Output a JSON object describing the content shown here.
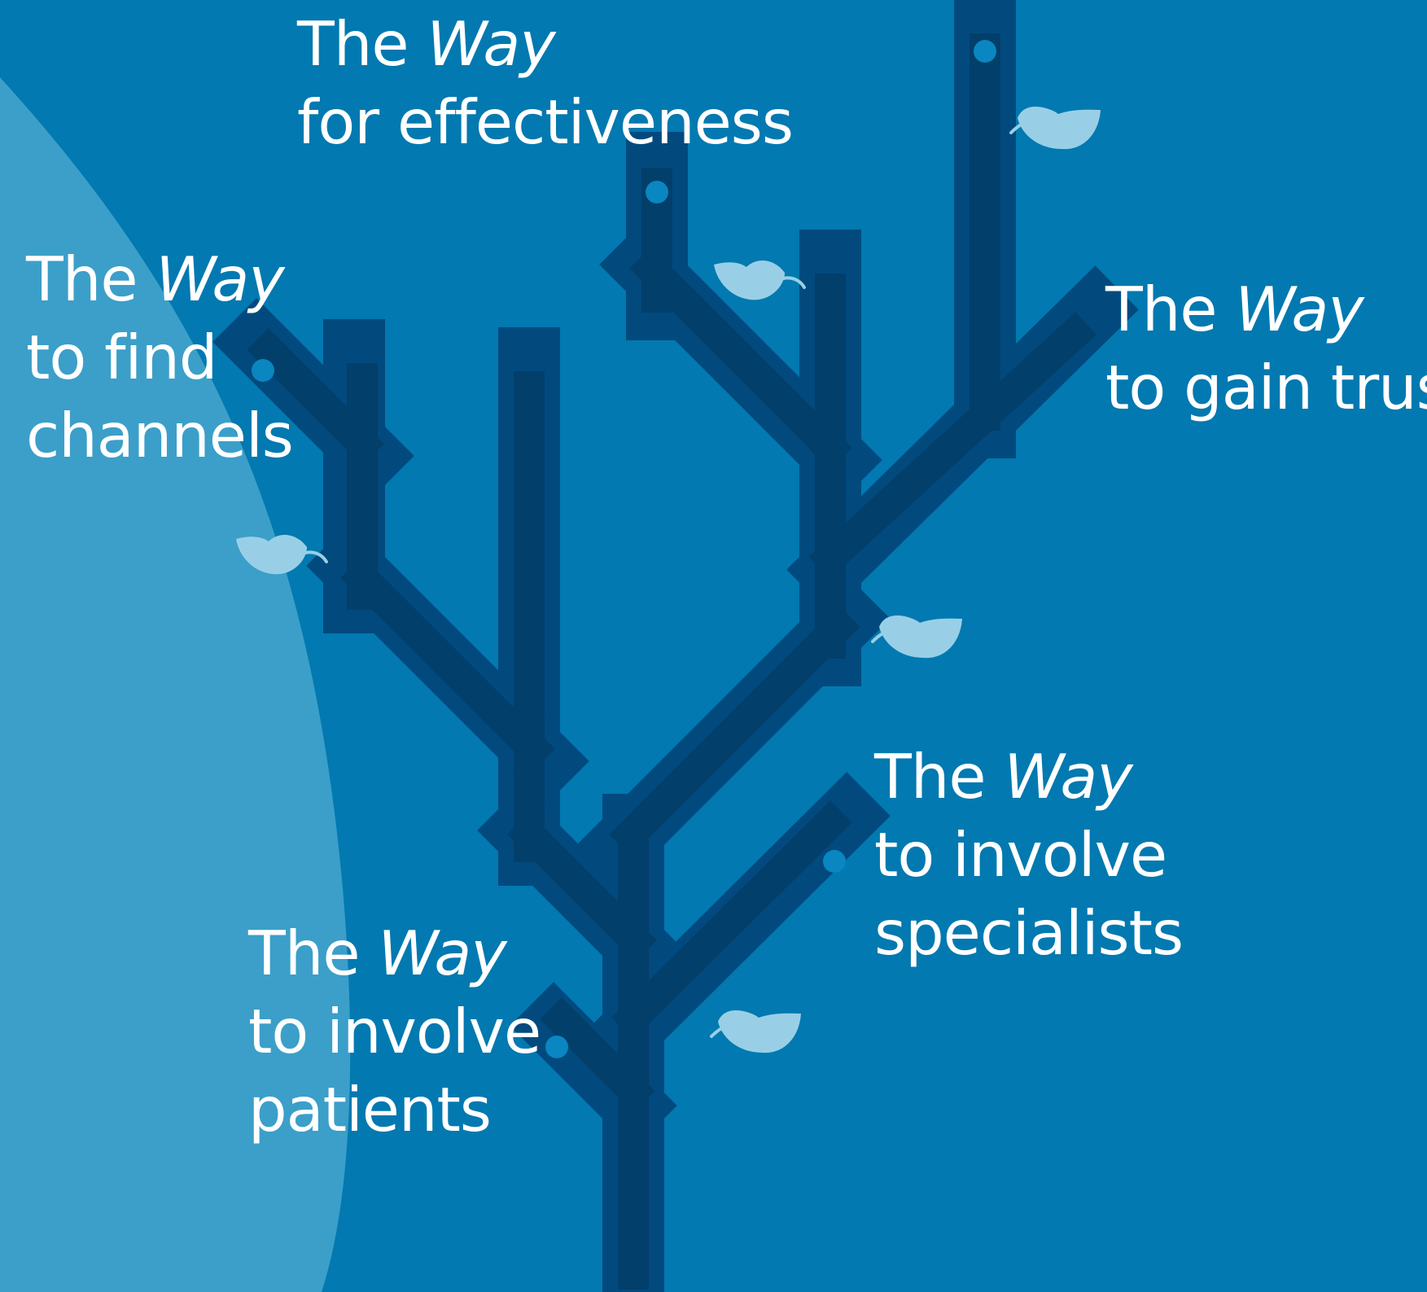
{
  "colors": {
    "background": "#0279b0",
    "background_curve": "#3b9fc9",
    "branch_outer": "#024a7e",
    "branch_inner": "#023f6b",
    "node_dot": "#0a86c0",
    "leaf": "#99cfe6",
    "text": "#ffffff"
  },
  "icons": [
    "node-dot",
    "leaf-icon"
  ],
  "labels": {
    "effectiveness": {
      "the": "The",
      "way": "Way",
      "line2": "for effectiveness"
    },
    "find_channels": {
      "the": "The",
      "way": "Way",
      "line2": "to find",
      "line3": "channels"
    },
    "gain_trust": {
      "the": "The",
      "way": "Way",
      "line2": "to gain trust"
    },
    "involve_specialists": {
      "the": "The",
      "way": "Way",
      "line2": "to involve",
      "line3": "specialists"
    },
    "involve_patients": {
      "the": "The",
      "way": "Way",
      "line2": "to involve",
      "line3": "patients"
    }
  }
}
